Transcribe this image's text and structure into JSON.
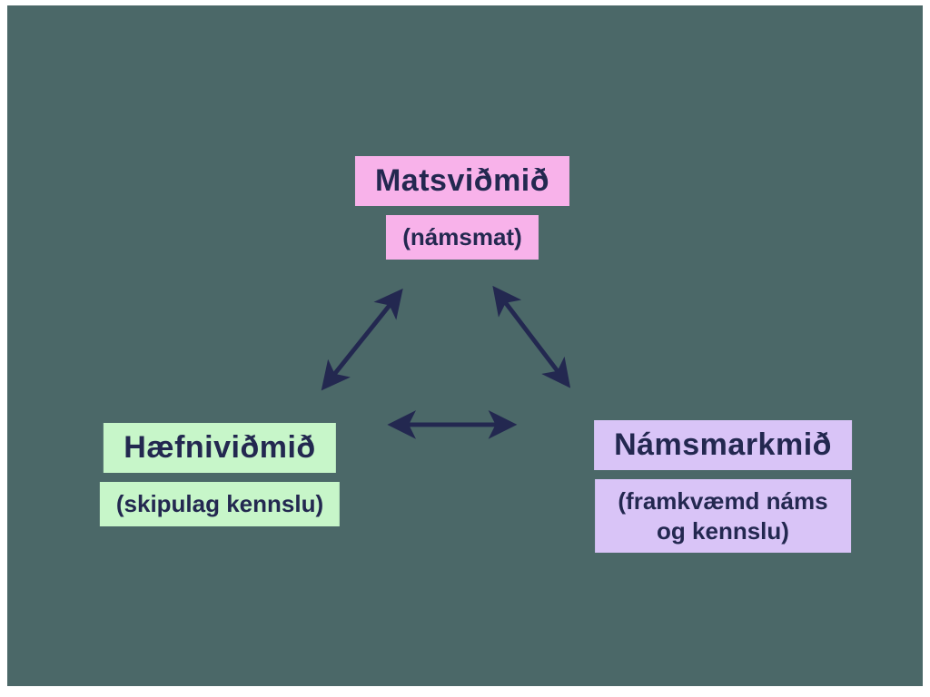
{
  "colors": {
    "background": "#4b6868",
    "frame": "#ffffff",
    "arrow": "#232850",
    "text": "#232850",
    "pink": "#f8b2ea",
    "green": "#c7f6c9",
    "purple": "#d9c4f7"
  },
  "nodes": {
    "top": {
      "title": "Matsviðmið",
      "subtitle": "(námsmat)"
    },
    "left": {
      "title": "Hæfniviðmið",
      "subtitle": "(skipulag kennslu)"
    },
    "right": {
      "title": "Námsmarkmið",
      "subtitle": "(framkvæmd náms og kennslu)"
    }
  },
  "arrows": [
    {
      "from": "top",
      "to": "left",
      "bidirectional": true
    },
    {
      "from": "top",
      "to": "right",
      "bidirectional": true
    },
    {
      "from": "left",
      "to": "right",
      "bidirectional": true
    }
  ]
}
